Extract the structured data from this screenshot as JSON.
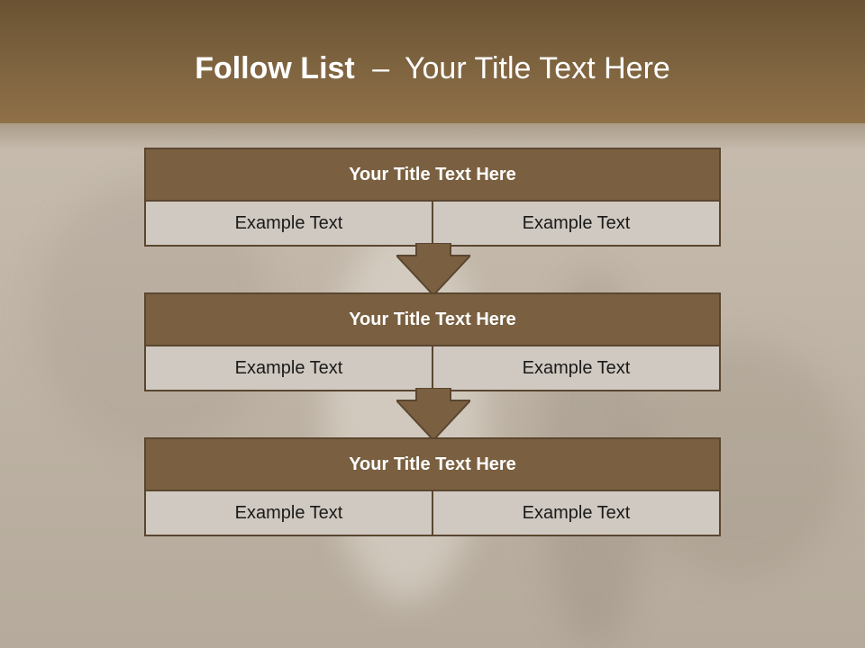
{
  "slide": {
    "title_bold": "Follow List",
    "title_dash": "–",
    "title_rest": "Your Title Text Here"
  },
  "steps": [
    {
      "title": "Your Title Text Here",
      "left": "Example Text",
      "right": "Example Text"
    },
    {
      "title": "Your Title Text Here",
      "left": "Example Text",
      "right": "Example Text"
    },
    {
      "title": "Your Title Text Here",
      "left": "Example Text",
      "right": "Example Text"
    }
  ],
  "colors": {
    "header": "#7f6440",
    "box_title": "#7a6040",
    "box_border": "#5a4630",
    "cell": "#d0c9c1",
    "arrow": "#7a6040"
  }
}
